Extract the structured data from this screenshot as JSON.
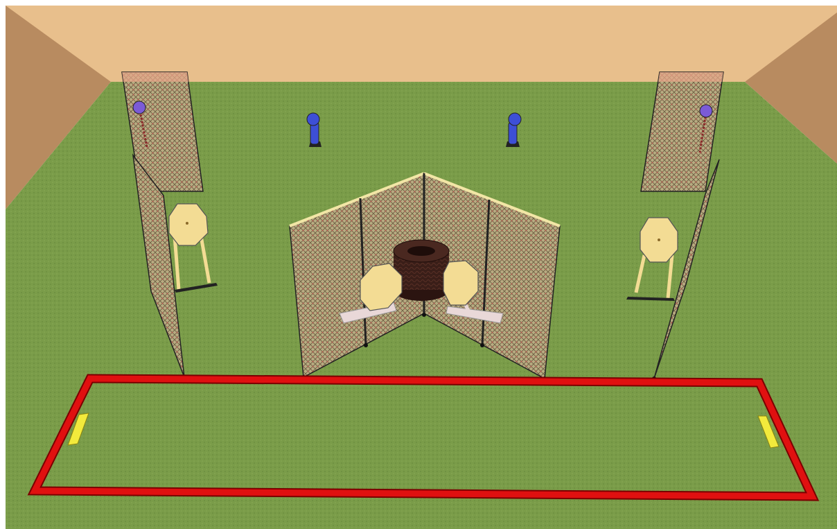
{
  "scene": {
    "kind": "3D shooting range stage layout",
    "colors": {
      "berm_back": "#e8bf8c",
      "berm_side": "#b88b60",
      "grass": "#7a9c49",
      "grass_dark": "#6d8f3f",
      "fault_line": "#e01010",
      "fault_line_edge": "#7a0000",
      "mesh_fill": "#b9ab82",
      "mesh_frame": "#f2e6a6",
      "steel_target": "#f3dc94",
      "popper": "#3d4fd6",
      "plate_rack_target": "#7b5bd6",
      "barrel": "#3a1e18",
      "start_marker": "#f2ea3c",
      "support_leg": "#e9d8d8"
    },
    "objects": [
      {
        "name": "fault-line-box",
        "type": "shooting box"
      },
      {
        "name": "start-marker",
        "count": 2
      },
      {
        "name": "mesh-wall",
        "count": 6
      },
      {
        "name": "steel-target",
        "count": 4
      },
      {
        "name": "popper-target",
        "count": 2
      },
      {
        "name": "hanging-plate",
        "count": 2
      },
      {
        "name": "barrel-stack",
        "count": 1
      }
    ]
  }
}
